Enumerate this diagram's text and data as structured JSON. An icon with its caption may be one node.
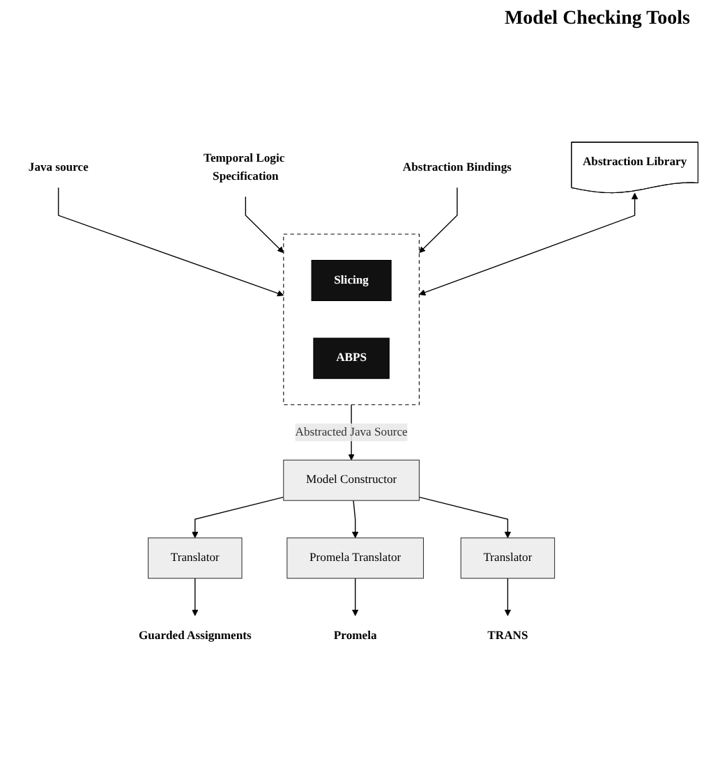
{
  "diagram": {
    "nodes": [
      {
        "text": [
          "Java source"
        ]
      },
      {
        "text": [],
        "shape": "box"
      },
      {
        "text": [
          "Slicing"
        ],
        "in": 1
      },
      {
        "text": [
          "ABPS"
        ],
        "in": 1
      },
      {
        "text": [
          "Temporal Logic Specification"
        ]
      },
      {
        "text": [
          "Abstraction Bindings"
        ]
      },
      {
        "text": [
          "Abstraction Library"
        ]
      },
      {
        "text": [
          "Model Constructor"
        ]
      },
      {
        "text": [
          "Translator"
        ]
      },
      {
        "text": [
          "Promela Translator"
        ]
      },
      {
        "text": [
          "Translator"
        ]
      },
      {
        "text": [
          "Guarded Assignments"
        ]
      },
      {
        "text": [
          "Promela"
        ]
      },
      {
        "text": [
          "TRANS"
        ]
      }
    ],
    "edges": [
      {
        "from": 0,
        "to": 1,
        "arrow": "to"
      },
      {
        "from": 4,
        "to": 1,
        "arrow": "to"
      },
      {
        "from": 5,
        "to": 1,
        "arrow": "to"
      },
      {
        "from": 6,
        "to": 1,
        "arrow": "both"
      },
      {
        "from": 1,
        "to": 7,
        "arrow": "to",
        "label": "Abstracted Java Source"
      },
      {
        "from": 7,
        "to": 8,
        "arrow": "to"
      },
      {
        "from": 7,
        "to": 9,
        "arrow": "to"
      },
      {
        "from": 7,
        "to": 10,
        "arrow": "to"
      },
      {
        "from": 8,
        "to": 11,
        "arrow": "to"
      },
      {
        "from": 9,
        "to": 12,
        "arrow": "to"
      },
      {
        "from": 10,
        "to": 13,
        "arrow": "to"
      }
    ],
    "labels": [
      "Model Checking Tools"
    ]
  }
}
